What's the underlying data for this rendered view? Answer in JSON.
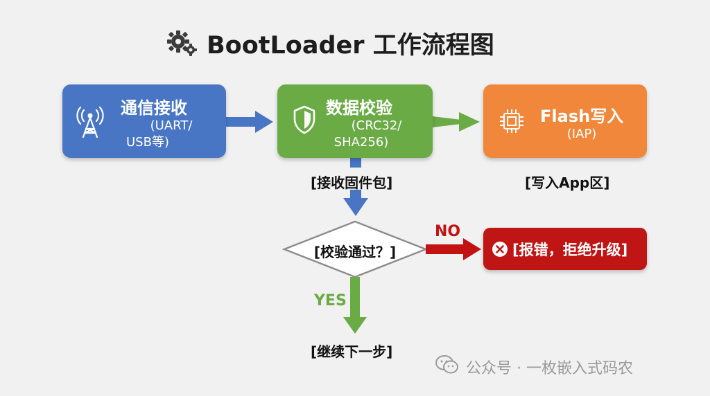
{
  "title": {
    "text": "BootLoader 工作流程图",
    "icon": "gear-icon"
  },
  "nodes": {
    "receive": {
      "title": "通信接收",
      "sub_line1": "(UART/",
      "sub_line2": "USB等)",
      "icon": "signal-tower-icon",
      "color": "#4876c4"
    },
    "verify": {
      "title": "数据校验",
      "sub_line1": "(CRC32/",
      "sub_line2": "SHA256)",
      "icon": "shield-icon",
      "color": "#6aab46"
    },
    "flash": {
      "title": "Flash写入",
      "sub_line1": "(IAP)",
      "icon": "chip-icon",
      "color": "#f0873a"
    },
    "error": {
      "text": "[报错，拒绝升级]",
      "icon": "close-circle-icon",
      "color": "#bf1515"
    }
  },
  "labels": {
    "receive_package": "[接收固件包]",
    "write_app": "[写入App区]",
    "decision": "[校验通过？]",
    "continue": "[继续下一步]"
  },
  "edges": {
    "no": {
      "label": "NO",
      "color": "#c31212"
    },
    "yes": {
      "label": "YES",
      "color": "#6aab46"
    },
    "flow_color_blue": "#4876c4",
    "flow_color_green": "#6aab46"
  },
  "watermark": {
    "text": "公众号 · 一枚嵌入式码农",
    "icon": "wechat-icon"
  }
}
